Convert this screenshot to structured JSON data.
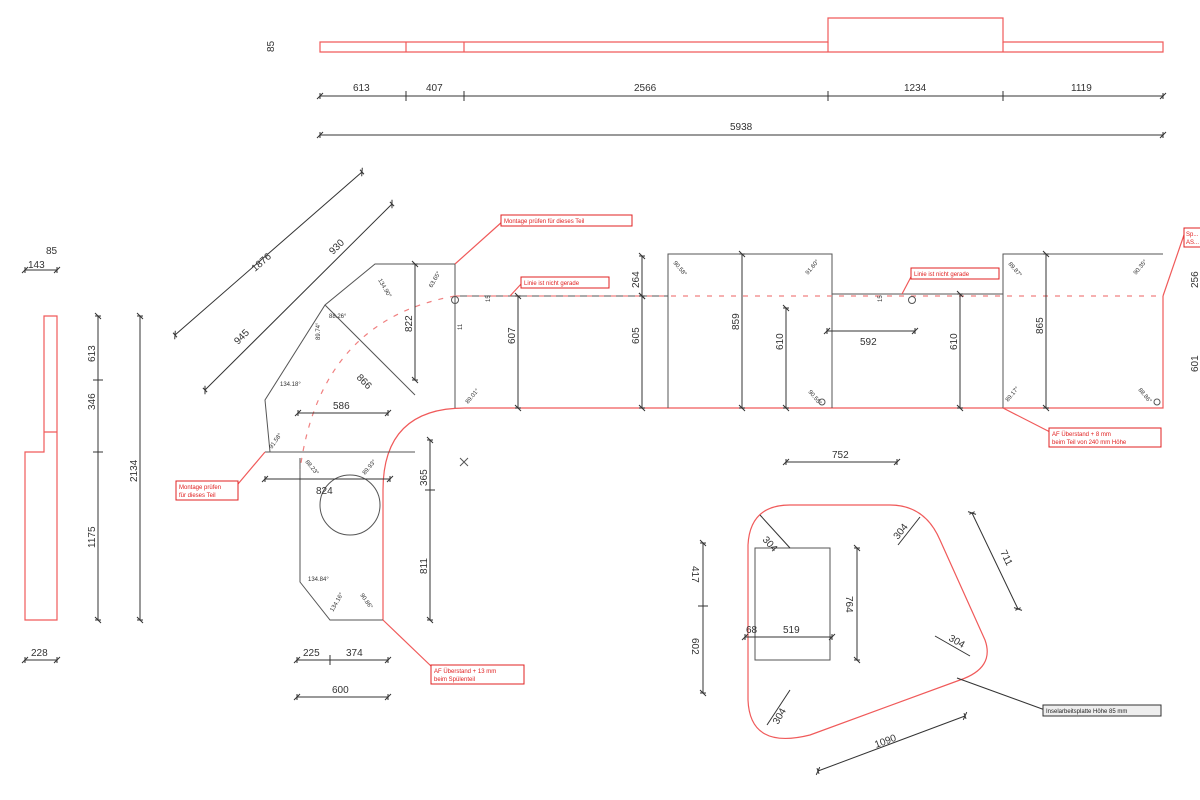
{
  "top_strip": {
    "height_label": "85",
    "segments": [
      "613",
      "407",
      "2566",
      "1234",
      "1119"
    ],
    "total": "5938"
  },
  "left_piece": {
    "width_top": "143",
    "height_top": "85",
    "segments": [
      "613",
      "346",
      "1175"
    ],
    "total": "2134",
    "width_bottom": "228"
  },
  "main_top": {
    "diag_total": "1876",
    "diag_inner": "930",
    "diag_lower": "945",
    "dims": [
      "822",
      "866",
      "586",
      "824",
      "365",
      "811",
      "225",
      "374",
      "600",
      "264",
      "607",
      "605",
      "859",
      "610",
      "592",
      "610",
      "865",
      "256",
      "601",
      "11",
      "15",
      "15"
    ],
    "angles": [
      "134.90°",
      "63.65°",
      "89.74°",
      "88.26°",
      "134.18°",
      "91.58°",
      "88.23°",
      "89.93°",
      "134.84°",
      "134.16°",
      "90.86°",
      "89.01°",
      "90.58°",
      "91.60°",
      "90.55°",
      "89.87°",
      "89.17°",
      "90.35°",
      "88.86°"
    ]
  },
  "island": {
    "dims": [
      "752",
      "304",
      "304",
      "304",
      "304",
      "711",
      "417",
      "602",
      "68",
      "519",
      "764",
      "1090"
    ]
  },
  "notes": {
    "montage_top": "Montage prüfen für dieses Teil",
    "linie_nicht_gerade_1": "Linie ist nicht gerade",
    "linie_nicht_gerade_2": "Linie ist nicht gerade",
    "montage_left_1": "Montage prüfen",
    "montage_left_2": "für dieses Teil",
    "af_right_1": "AF Überstand + 8 mm",
    "af_right_2": "beim Teil von 240 mm Höhe",
    "af_sink_1": "AF Überstand + 13 mm",
    "af_sink_2": "beim Spülenteil",
    "right_edge_1": "Sp...",
    "right_edge_2": "AS...",
    "island_height": "Inselarbeitsplatte Höhe 85 mm"
  }
}
